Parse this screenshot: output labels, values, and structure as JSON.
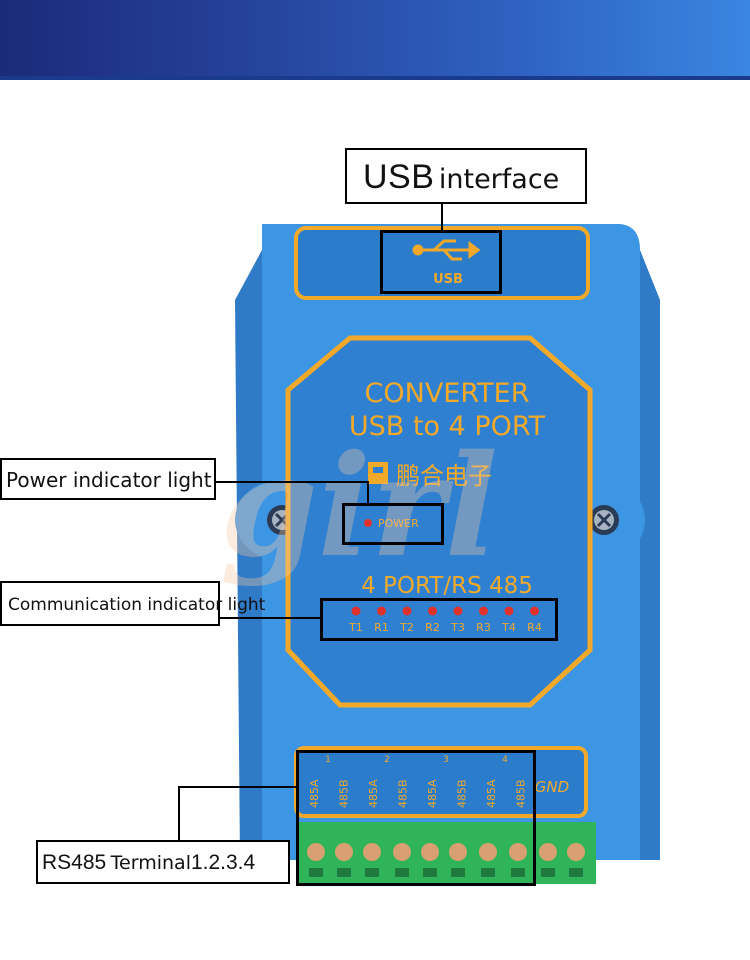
{
  "callouts": {
    "usb": {
      "big": "USB",
      "small": "interface"
    },
    "power": "Power indicator light",
    "communication": "Communication indicator light",
    "rs485": {
      "a": "RS485",
      "b": "Terminal",
      "c": "1.2.3.4"
    }
  },
  "device": {
    "usb_label": "USB",
    "converter_line1": "CONVERTER",
    "converter_line2": "USB to 4 PORT",
    "brand_text": "鹏合电子",
    "power_label": "POWER",
    "port_title": "4 PORT/RS 485",
    "leds": [
      "T1",
      "R1",
      "T2",
      "R2",
      "T3",
      "R3",
      "T4",
      "R4"
    ],
    "terminals": [
      "485A",
      "485B",
      "485A",
      "485B",
      "485A",
      "485B",
      "485A",
      "485B"
    ],
    "port_numbers": [
      "1",
      "2",
      "3",
      "4"
    ],
    "gnd_label": "GND",
    "watermark": "girl"
  },
  "colors": {
    "banner_dark": "#1b2a7a",
    "banner_light": "#3a86e0",
    "body_blue": "#3f9ae6",
    "panel_blue": "#2f7fcf",
    "panel_border": "#f2a92a",
    "text_orange": "#f2a92a",
    "led_red": "#e0322d",
    "terminal_green": "#2fb45a"
  }
}
